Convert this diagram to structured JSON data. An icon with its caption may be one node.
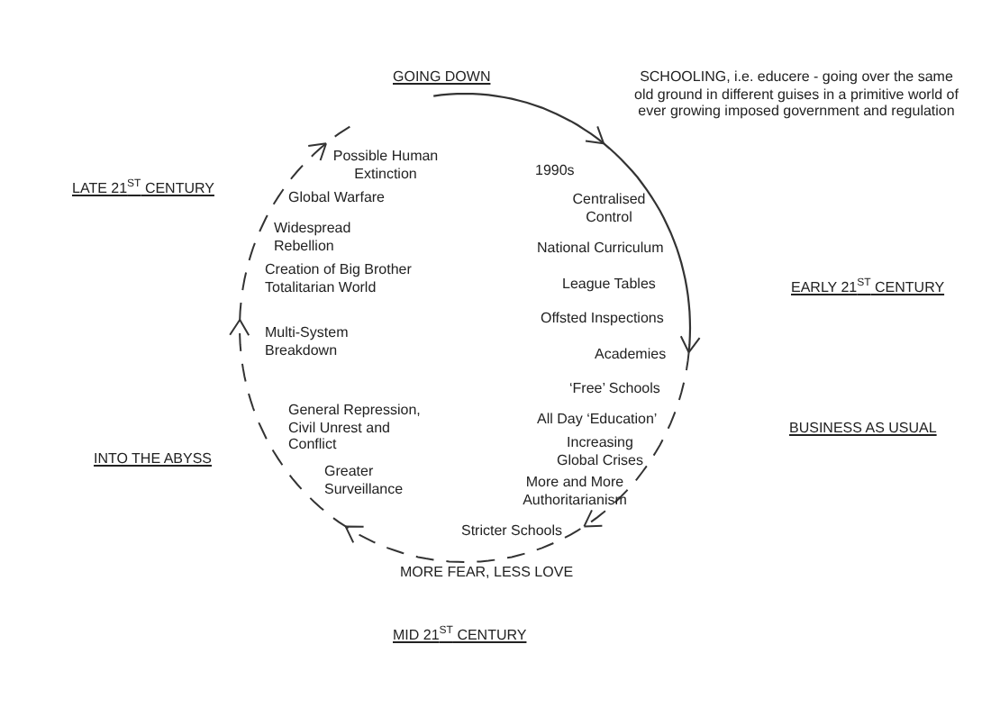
{
  "diagram": {
    "labels": [
      "GOING DOWN",
      "SCHOOLING, i.e. educere - going over the same old ground in different guises in a primitive world of ever growing imposed government and regulation",
      "1990s",
      "Centralised Control",
      "National Curriculum",
      "League Tables",
      "Offsted Inspections",
      "EARLY 21$^{ST}$ CENTURY",
      "Academies",
      "‘Free’ Schools",
      "All Day ‘Education’",
      "Increasing Global Crises",
      "BUSINESS AS USUAL",
      "More and More Authoritarianism",
      "Stricter Schools",
      "MORE FEAR, LESS LOVE",
      "MID 21$^{ST}$ CENTURY",
      "INTO THE ABYSS",
      "Greater Surveillance",
      "General Repression, Civil Unrest and Conflict",
      "Multi-System Breakdown",
      "Creation of Big Brother Totalitarian World",
      "Widespread Rebellion",
      "Global Warfare",
      "Possible Human Extinction",
      "LATE 21$^{ST}$ CENTURY"
    ]
  }
}
